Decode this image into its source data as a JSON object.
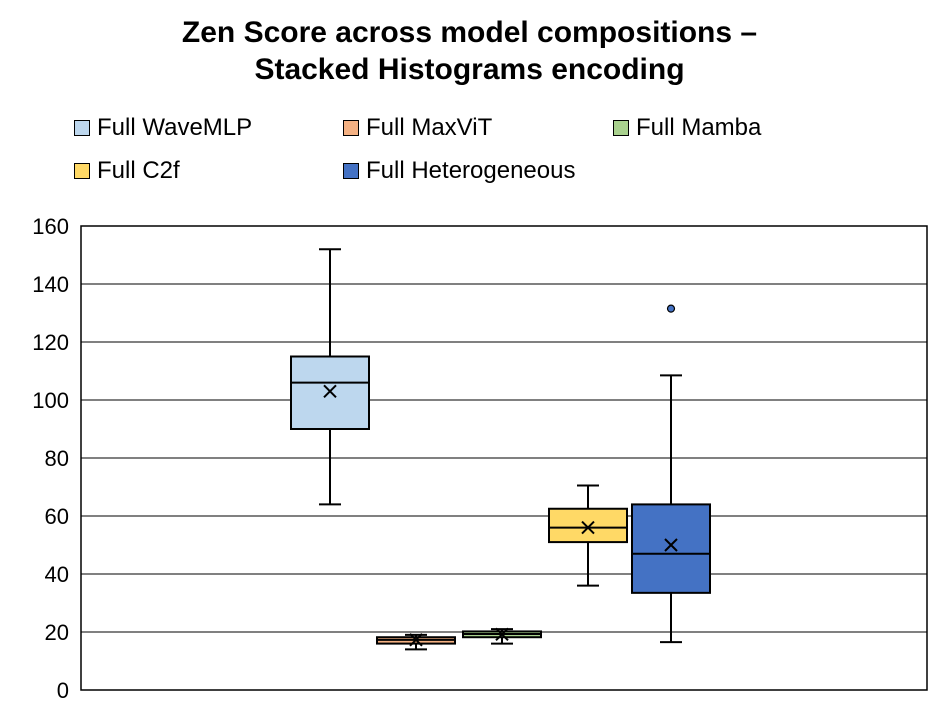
{
  "title_lines": [
    "Zen Score across model compositions –",
    "Stacked Histograms encoding"
  ],
  "chart_data": {
    "type": "box",
    "title": "Zen Score across model compositions – Stacked Histograms encoding",
    "xlabel": "",
    "ylabel": "",
    "ylim": [
      0,
      160
    ],
    "yticks": [
      0,
      20,
      40,
      60,
      80,
      100,
      120,
      140,
      160
    ],
    "grid": "horizontal",
    "legend_position": "top",
    "series": [
      {
        "name": "Full WaveMLP",
        "color": "#bdd7ee",
        "min": 64,
        "q1": 90,
        "median": 106,
        "q3": 115,
        "max": 152,
        "mean": 103,
        "outliers": []
      },
      {
        "name": "Full MaxViT",
        "color": "#f4b183",
        "min": 14,
        "q1": 16,
        "median": 17.3,
        "q3": 18.2,
        "max": 19,
        "mean": 17.3,
        "outliers": []
      },
      {
        "name": "Full Mamba",
        "color": "#a9d18e",
        "min": 16,
        "q1": 18.2,
        "median": 19.3,
        "q3": 20.2,
        "max": 21,
        "mean": 19.2,
        "outliers": []
      },
      {
        "name": "Full C2f",
        "color": "#ffd966",
        "min": 36,
        "q1": 51,
        "median": 56,
        "q3": 62.5,
        "max": 70.5,
        "mean": 56,
        "outliers": []
      },
      {
        "name": "Full Heterogeneous",
        "color": "#4472c4",
        "min": 16.5,
        "q1": 33.5,
        "median": 47,
        "q3": 64,
        "max": 108.5,
        "mean": 50,
        "outliers": [
          131.5
        ]
      }
    ]
  }
}
